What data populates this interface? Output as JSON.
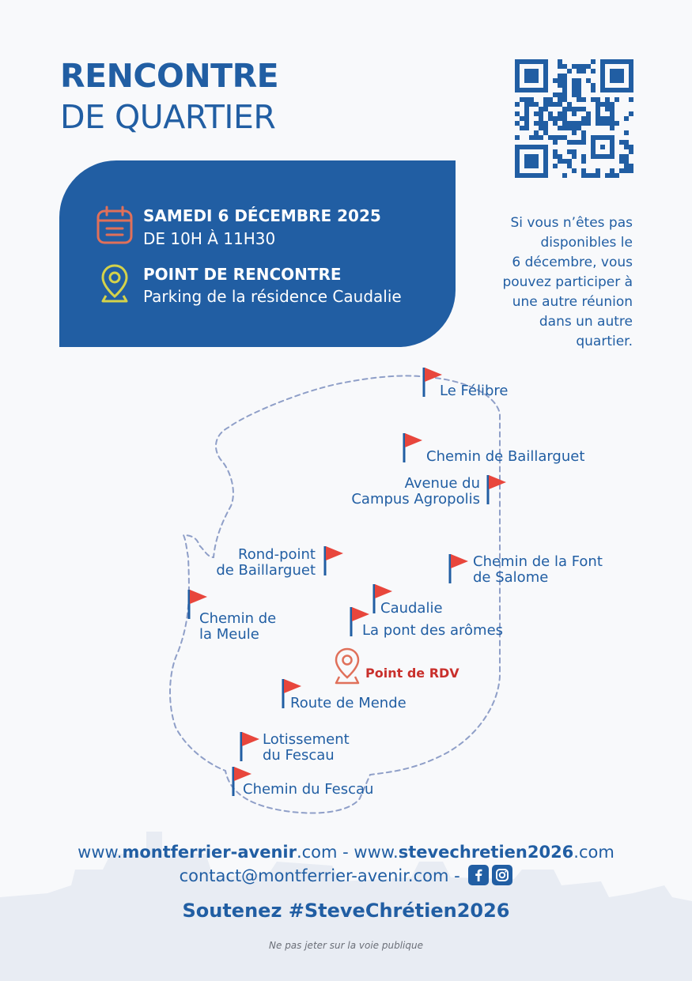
{
  "header": {
    "title_line1": "RENCONTRE",
    "title_line2": "DE QUARTIER"
  },
  "event": {
    "date": "SAMEDI 6 DÉCEMBRE 2025",
    "time": "DE 10H À 11H30",
    "meeting_label": "POINT DE RENCONTRE",
    "meeting_place": "Parking de la résidence Caudalie"
  },
  "side_note": {
    "lines": [
      "Si vous n’êtes pas",
      "disponibles le",
      "6 décembre, vous",
      "pouvez participer à",
      "une autre réunion",
      "dans un autre",
      "quartier."
    ]
  },
  "map": {
    "locations": [
      {
        "lines": [
          "Le Félibre"
        ]
      },
      {
        "lines": [
          "Chemin de Baillarguet"
        ]
      },
      {
        "lines": [
          "Avenue du",
          "Campus Agropolis"
        ]
      },
      {
        "lines": [
          "Rond-point",
          "de Baillarguet"
        ]
      },
      {
        "lines": [
          "Chemin de la Font",
          "de Salome"
        ]
      },
      {
        "lines": [
          "Chemin de",
          "la Meule"
        ]
      },
      {
        "lines": [
          "Caudalie"
        ]
      },
      {
        "lines": [
          "La pont des arômes"
        ]
      },
      {
        "lines": [
          "Route de Mende"
        ]
      },
      {
        "lines": [
          "Lotissement",
          "du Fescau"
        ]
      },
      {
        "lines": [
          "Chemin du Fescau"
        ]
      }
    ],
    "rdv_label": "Point de RDV"
  },
  "footer": {
    "link1_prefix": "www.",
    "link1_bold": "montferrier-avenir",
    "link1_suffix": ".com",
    "separator": " - ",
    "link2_prefix": "www.",
    "link2_bold": "stevechretien2026",
    "link2_suffix": ".com",
    "contact": "contact@montferrier-avenir.com",
    "contact_sep": " - ",
    "social": [
      "facebook-icon",
      "instagram-icon"
    ],
    "slogan": "Soutenez #SteveChrétien2026",
    "disclaimer": "Ne pas jeter sur la voie publique"
  },
  "colors": {
    "primary": "#215ea3",
    "flag_red": "#e8463c",
    "calendar_icon": "#e0705a",
    "pin_icon": "#d4d24a",
    "rdv_red": "#c9302c",
    "route_dash": "#8f9fc8"
  }
}
